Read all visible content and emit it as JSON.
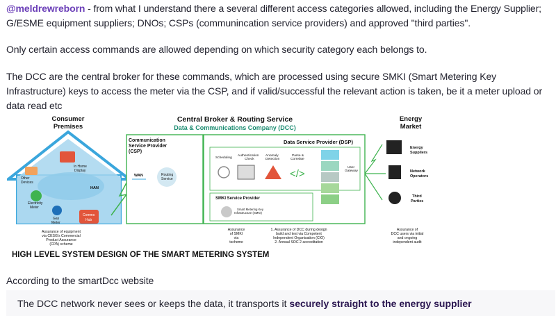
{
  "post": {
    "mention": "@meldrewreborn",
    "para1_rest": " - from what I understand there a several different access categories allowed, including the Energy Supplier; G/ESME equipment suppliers; DNOs; CSPs (communincation service providers) and approved \"third parties\".",
    "para2": "Only certain access commands are allowed depending on which security category each belongs to.",
    "para3": "The DCC are the central broker for these commands, which are processed using secure SMKI (Smart Metering Key Infrastructure) keys to access the meter via the CSP, and if valid/successful the relevant action is taken, be it a meter upload or data read etc",
    "para4": "According to the smartDcc website",
    "quote_plain": "The DCC network never sees or keeps the data, it transports it ",
    "quote_bold": "securely straight to the energy supplier"
  },
  "diagram": {
    "consumer_title_1": "Consumer",
    "consumer_title_2": "Premises",
    "central_title": "Central Broker & Routing Service",
    "central_subtitle": "Data & Communications Company (DCC)",
    "market_title_1": "Energy",
    "market_title_2": "Market",
    "csp_1": "Communication",
    "csp_2": "Service Provider",
    "csp_3": "(CSP)",
    "dsp": "Data Service Provider (DSP)",
    "wan": "WAN",
    "routing_1": "Routing",
    "routing_2": "Service",
    "scheduling": "Scheduling",
    "auth_1": "Authentication",
    "auth_2": "Check",
    "anomaly_1": "Anomaly",
    "anomaly_2": "Detection",
    "parse_1": "Parse &",
    "parse_2": "Correlate",
    "user_gw_1": "User",
    "user_gw_2": "Gateway",
    "smki_sp": "SMKI Service Provider",
    "smki_1": "Smart Metering Key",
    "smki_2": "Infrastructure (SMKI)",
    "in_home_1": "In Home",
    "in_home_2": "Display",
    "other_1": "Other",
    "other_2": "Devices",
    "han": "HAN",
    "elec_1": "Electricity",
    "elec_2": "Meter",
    "gas_1": "Gas",
    "gas_2": "Meter",
    "comms_1": "Comms",
    "comms_2": "Hub",
    "suppliers_1": "Energy",
    "suppliers_2": "Suppliers",
    "network_1": "Network",
    "network_2": "Operators",
    "third_1": "Third",
    "third_2": "Parties",
    "assure_equip_1": "Assurance of equipment",
    "assure_equip_2": "via CESG's Commercial",
    "assure_equip_3": "Product Assurance",
    "assure_equip_4": "(CPA) scheme",
    "assure_smki_1": "Assurance",
    "assure_smki_2": "of SMKI",
    "assure_smki_3": "via",
    "assure_smki_4": "tscheme",
    "assure_dcc_1": "1. Assurance of DCC during design",
    "assure_dcc_2": "build and test via Competent",
    "assure_dcc_3": "Independent Organisation (CIO)",
    "assure_dcc_4": "2. Annual SOC 2 accreditation",
    "assure_users_1": "Assurance of",
    "assure_users_2": "DCC users via initial",
    "assure_users_3": "and ongoing",
    "assure_users_4": "independent audit",
    "bottom_title": "HIGH LEVEL SYSTEM DESIGN OF THE SMART METERING SYSTEM"
  },
  "colors": {
    "mention": "#6b3fb8",
    "house_blue": "#3aa6dc",
    "green_box": "#3fb34f",
    "dcc_teal": "#1a8b70",
    "hub_red": "#e2553b"
  }
}
